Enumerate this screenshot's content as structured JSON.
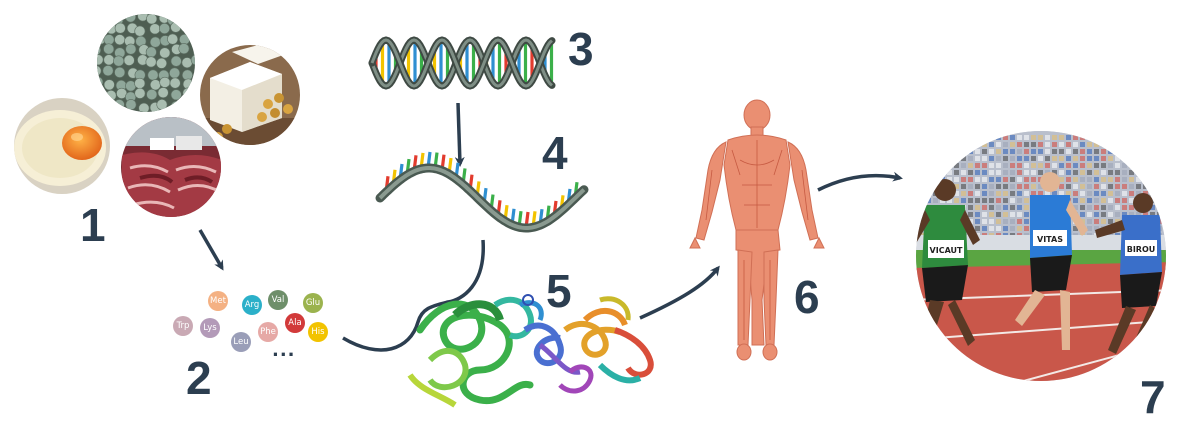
{
  "steps": [
    {
      "label": "1",
      "icon": "dietary-protein-foods-icon"
    },
    {
      "label": "2",
      "icon": "amino-acids-icon"
    },
    {
      "label": "3",
      "icon": "dna-double-helix-icon"
    },
    {
      "label": "4",
      "icon": "mrna-strand-icon"
    },
    {
      "label": "5",
      "icon": "protein-ribbon-structure-icon"
    },
    {
      "label": "6",
      "icon": "human-muscle-anatomy-icon"
    },
    {
      "label": "7",
      "icon": "sprinters-race-photo-icon"
    }
  ],
  "amino_acids": [
    {
      "label": "Met",
      "color": "#f4b183"
    },
    {
      "label": "Arg",
      "color": "#2bb0c9"
    },
    {
      "label": "Val",
      "color": "#6e8f6a"
    },
    {
      "label": "Glu",
      "color": "#9bb34e"
    },
    {
      "label": "Trp",
      "color": "#c9a9b4"
    },
    {
      "label": "Lys",
      "color": "#b39ab8"
    },
    {
      "label": "Phe",
      "color": "#e6a9a6"
    },
    {
      "label": "Ala",
      "color": "#d23a3a"
    },
    {
      "label": "His",
      "color": "#f2c300"
    },
    {
      "label": "Leu",
      "color": "#9a9eb8"
    }
  ],
  "amino_acids_more": "...",
  "colors": {
    "arrow": "#2c3e50",
    "muscle": "#e98a6e",
    "track": "#c9574a"
  },
  "photos": {
    "sprinters": {
      "bib_1": "VICAUT",
      "bib_2": "VITAS",
      "bib_3": "BIROU"
    }
  }
}
